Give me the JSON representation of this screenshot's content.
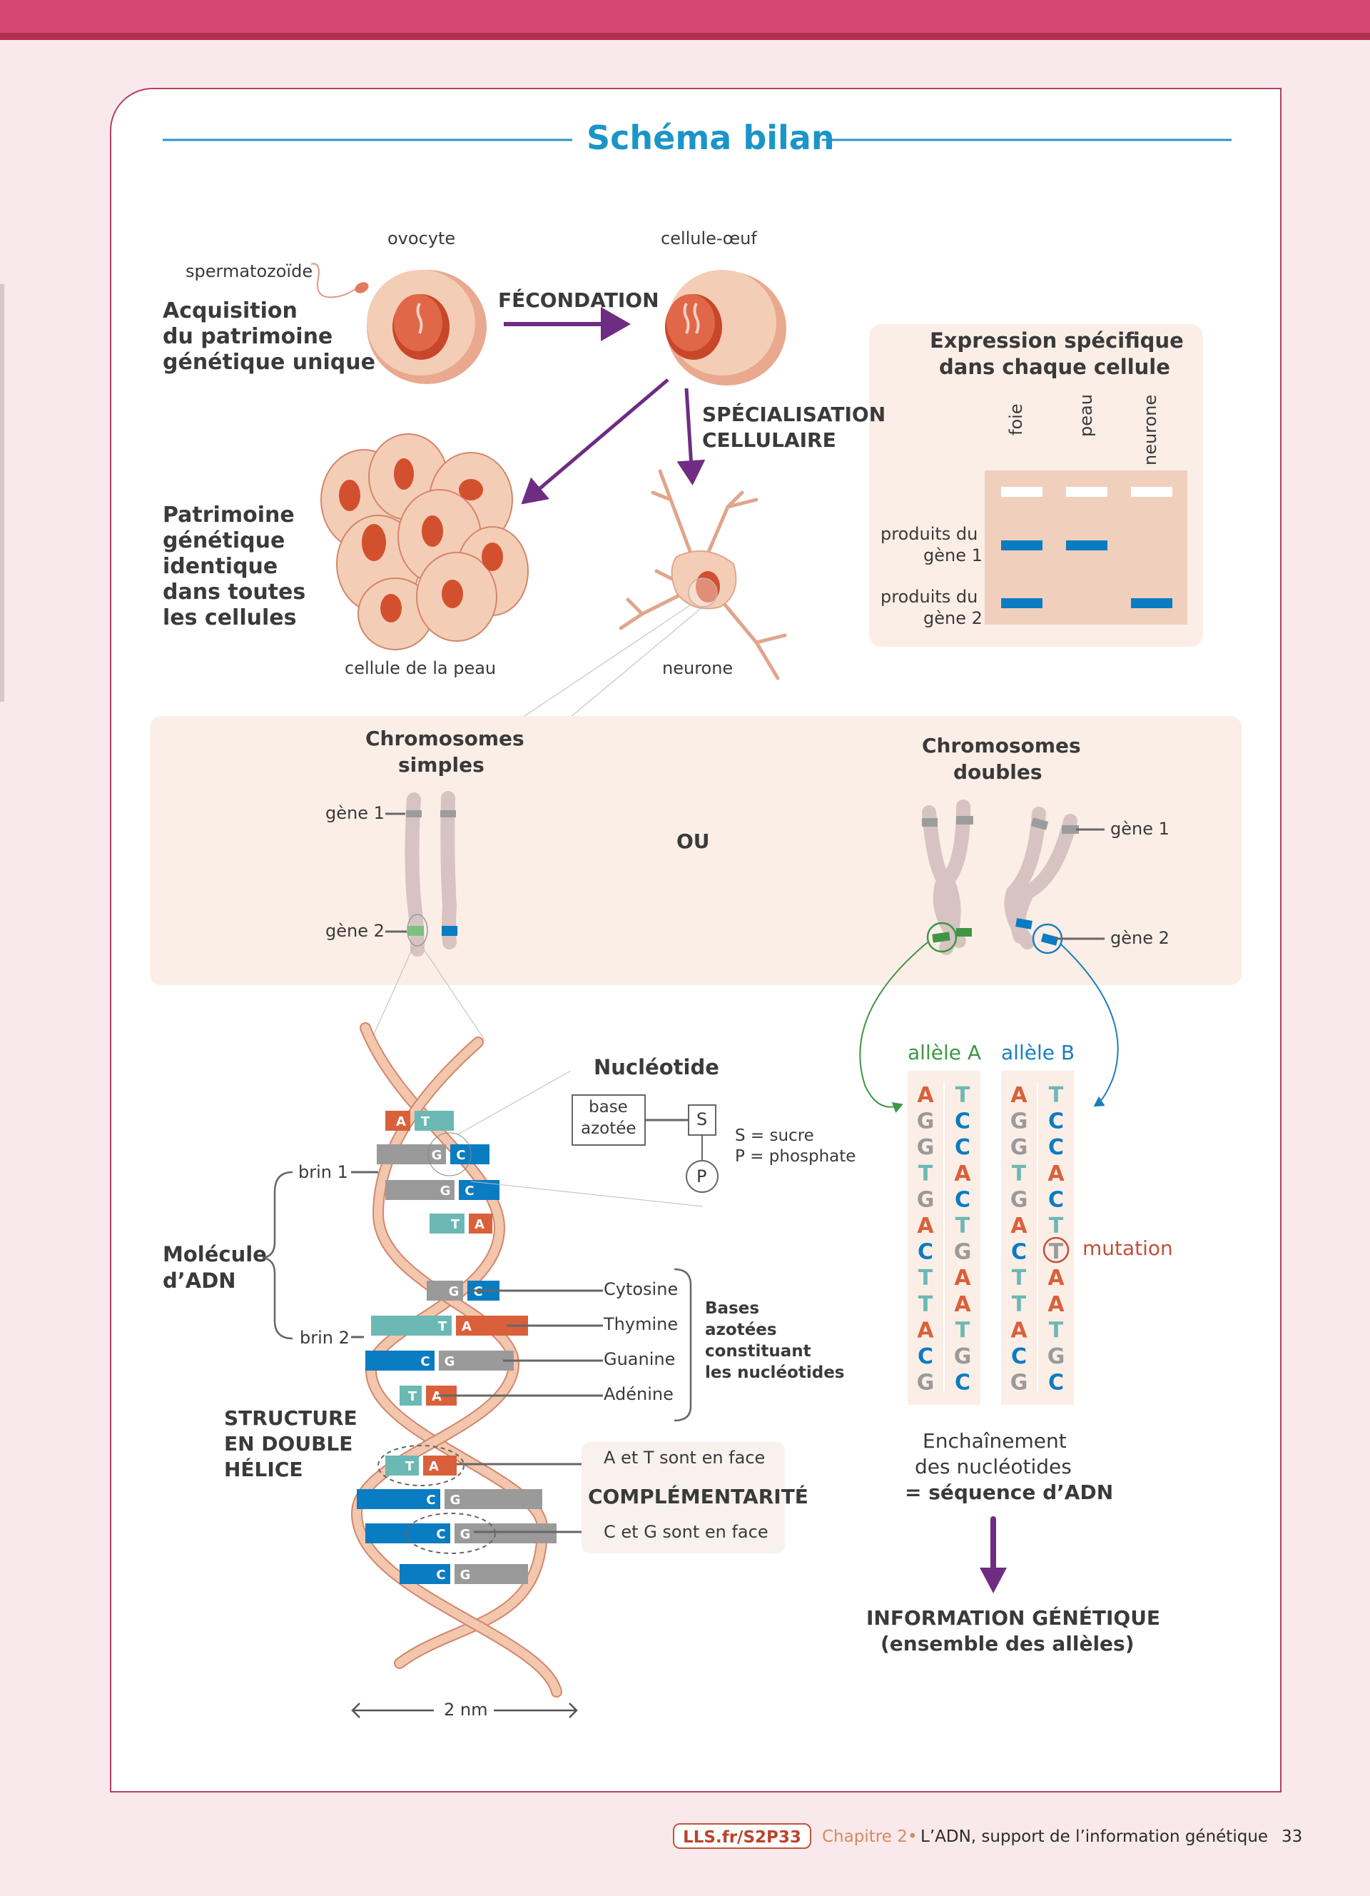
{
  "page": {
    "title": "Schéma bilan",
    "footer": {
      "link": "LLS.fr/S2P33",
      "chapter": "Chapitre 2",
      "separator": "•",
      "chapter_title": "L’ADN, support de l’information génétique",
      "page_number": "33"
    }
  },
  "fecondation": {
    "ovocyte": "ovocyte",
    "spermatozoide": "spermatozoïde",
    "cellule_oeuf": "cellule-œuf",
    "arrow_label": "FÉCONDATION",
    "acquisition": [
      "Acquisition",
      "du patrimoine",
      "génétique unique"
    ]
  },
  "specialisation": {
    "arrow_label": [
      "SPÉCIALISATION",
      "CELLULAIRE"
    ],
    "patrimoine": [
      "Patrimoine",
      "génétique",
      "identique",
      "dans toutes",
      "les cellules"
    ],
    "skin_label": "cellule de la peau",
    "neuron_label": "neurone"
  },
  "expression": {
    "title": [
      "Expression spécifique",
      "dans chaque cellule"
    ],
    "columns": [
      "foie",
      "peau",
      "neurone"
    ],
    "rows": [
      {
        "label": [
          "produits du",
          "gène 1"
        ],
        "present": [
          true,
          true,
          false
        ]
      },
      {
        "label": [
          "produits du",
          "gène 2"
        ],
        "present": [
          true,
          false,
          true
        ]
      }
    ],
    "colors": {
      "band": "#0a7cc1",
      "reference": "#ffffff",
      "gel": "#f0cfbd",
      "panel": "#fbeee6"
    }
  },
  "chromosomes": {
    "simples": [
      "Chromosomes",
      "simples"
    ],
    "doubles": [
      "Chromosomes",
      "doubles"
    ],
    "ou": "OU",
    "gene1": "gène 1",
    "gene2": "gène 2"
  },
  "dna": {
    "nucleotide": "Nucléotide",
    "base_azotee": [
      "base",
      "azotée"
    ],
    "sugar": "S",
    "phosphate": "P",
    "legend": [
      "S = sucre",
      "P = phosphate"
    ],
    "brin1": "brin 1",
    "brin2": "brin 2",
    "molecule": [
      "Molécule",
      "d’ADN"
    ],
    "structure": [
      "STRUCTURE",
      "EN DOUBLE",
      "HÉLICE"
    ],
    "bases": [
      "Cytosine",
      "Thymine",
      "Guanine",
      "Adénine"
    ],
    "bases_group": [
      "Bases",
      "azotées",
      "constituant",
      "les nucléotides"
    ],
    "at_face": "A et T sont en face",
    "complementarite": "COMPLÉMENTARITÉ",
    "cg_face": "C et G sont en face",
    "scale": "2 nm",
    "pairs": [
      [
        "A",
        "T"
      ],
      [
        "G",
        "C"
      ],
      [
        "G",
        "C"
      ],
      [
        "T",
        "A"
      ],
      [
        "G",
        "C"
      ],
      [
        "T",
        "A"
      ],
      [
        "C",
        "G"
      ],
      [
        "T",
        "A"
      ],
      [
        "T",
        "A"
      ],
      [
        "C",
        "G"
      ],
      [
        "C",
        "G"
      ],
      [
        "C",
        "G"
      ]
    ],
    "colors": {
      "A": "#d9603b",
      "T": "#6cb8b4",
      "G": "#9a9a9a",
      "C": "#0a7cc1",
      "ribbon": "#f3c6ae",
      "ribbon_edge": "#d4866a"
    }
  },
  "alleles": {
    "allele_a": {
      "label": "allèle A",
      "color": "#3e9645",
      "strand1": [
        "A",
        "G",
        "G",
        "T",
        "G",
        "A",
        "C",
        "T",
        "T",
        "A",
        "C",
        "G"
      ],
      "strand2": [
        "T",
        "C",
        "C",
        "A",
        "C",
        "T",
        "G",
        "A",
        "A",
        "T",
        "G",
        "C"
      ]
    },
    "allele_b": {
      "label": "allèle B",
      "color": "#1a80bd",
      "strand1": [
        "A",
        "G",
        "G",
        "T",
        "G",
        "A",
        "C",
        "T",
        "T",
        "A",
        "C",
        "G"
      ],
      "strand2": [
        "T",
        "C",
        "C",
        "A",
        "C",
        "T",
        "T",
        "A",
        "A",
        "T",
        "G",
        "C"
      ]
    },
    "mutation_label": "mutation",
    "mutation_index": 6,
    "mutation_color": "#c0503a",
    "sequence": [
      "Enchaînement",
      "des nucléotides",
      "= séquence d’ADN"
    ],
    "information": [
      "INFORMATION GÉNÉTIQUE",
      "(ensemble des allèles)"
    ]
  },
  "colors": {
    "title": "#1b95c8",
    "arrow": "#6e2c82",
    "text": "#3a3a3a"
  }
}
